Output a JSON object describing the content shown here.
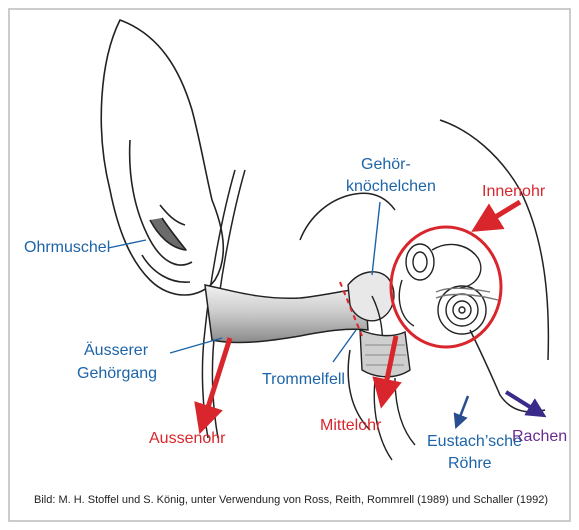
{
  "labels": {
    "ohrmuschel": "Ohrmuschel",
    "gehoergang_line1": "Äusserer",
    "gehoergang_line2": "Gehörgang",
    "aussenohr": "Aussenohr",
    "trommelfell": "Trommelfell",
    "gehoerk_line1": "Gehör-",
    "gehoerk_line2": "knöchelchen",
    "innenohr": "Innenohr",
    "mittelohr": "Mittelohr",
    "eustach_line1": "Eustach’sche",
    "eustach_line2": "Röhre",
    "rachen": "Rachen"
  },
  "caption": "Bild: M. H. Stoffel und S. König, unter Verwendung von Ross, Reith, Rommrell (1989) und Schaller (1992)",
  "colors": {
    "blue_label": "#1d64a8",
    "red_label": "#d8262c",
    "purple_label": "#6a2c8e",
    "frame_border": "#bbbbbb"
  }
}
